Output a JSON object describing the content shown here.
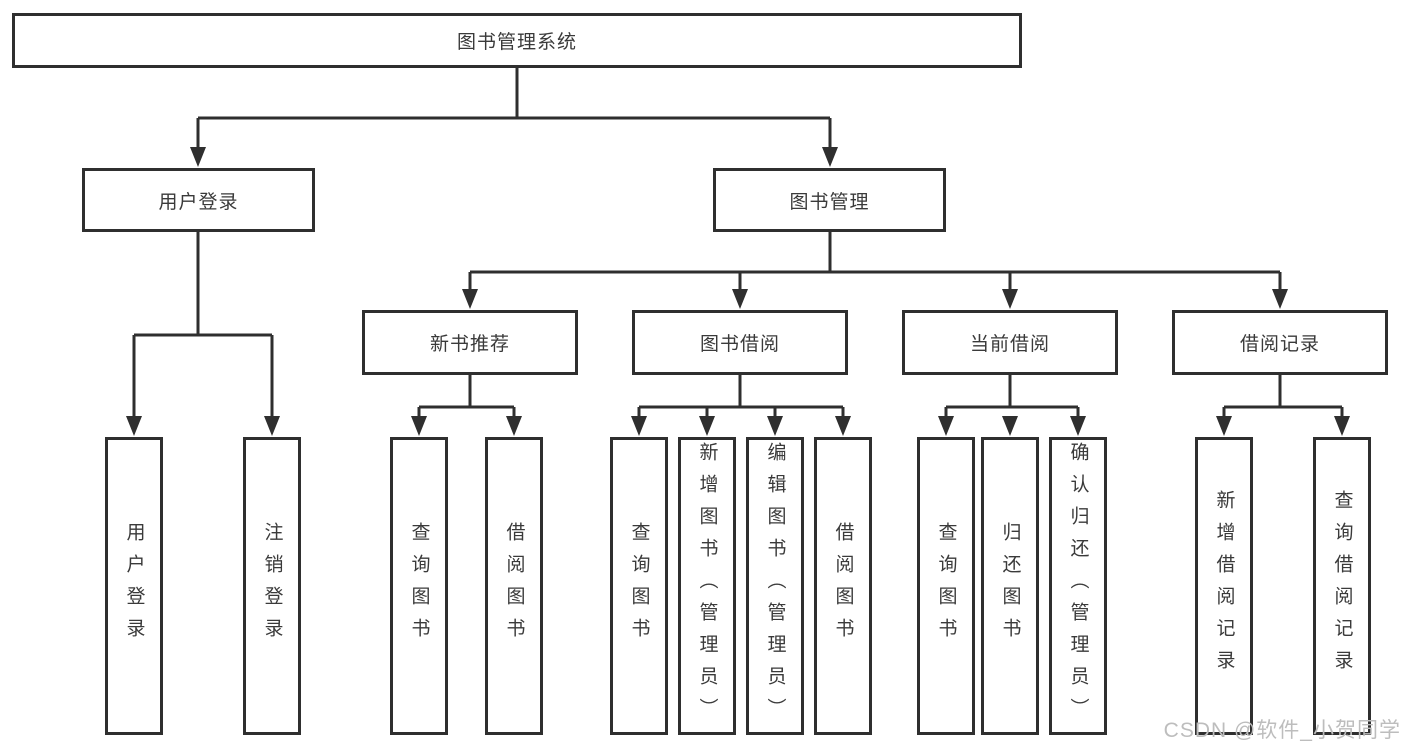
{
  "diagram_type": "hierarchy-tree",
  "tree": {
    "label": "图书管理系统",
    "children": [
      {
        "label": "用户登录",
        "children": [
          {
            "label": "用户登录"
          },
          {
            "label": "注销登录"
          }
        ]
      },
      {
        "label": "图书管理",
        "children": [
          {
            "label": "新书推荐",
            "children": [
              {
                "label": "查询图书"
              },
              {
                "label": "借阅图书"
              }
            ]
          },
          {
            "label": "图书借阅",
            "children": [
              {
                "label": "查询图书"
              },
              {
                "label": "新增图书（管理员）"
              },
              {
                "label": "编辑图书（管理员）"
              },
              {
                "label": "借阅图书"
              }
            ]
          },
          {
            "label": "当前借阅",
            "children": [
              {
                "label": "查询图书"
              },
              {
                "label": "归还图书"
              },
              {
                "label": "确认归还（管理员）"
              }
            ]
          },
          {
            "label": "借阅记录",
            "children": [
              {
                "label": "新增借阅记录"
              },
              {
                "label": "查询借阅记录"
              }
            ]
          }
        ]
      }
    ]
  },
  "watermark": "CSDN @软件_小贺同学",
  "colors": {
    "line": "#2f2f2f",
    "text": "#3a3a3a",
    "watermark": "#bdbdbd",
    "background": "#ffffff"
  }
}
